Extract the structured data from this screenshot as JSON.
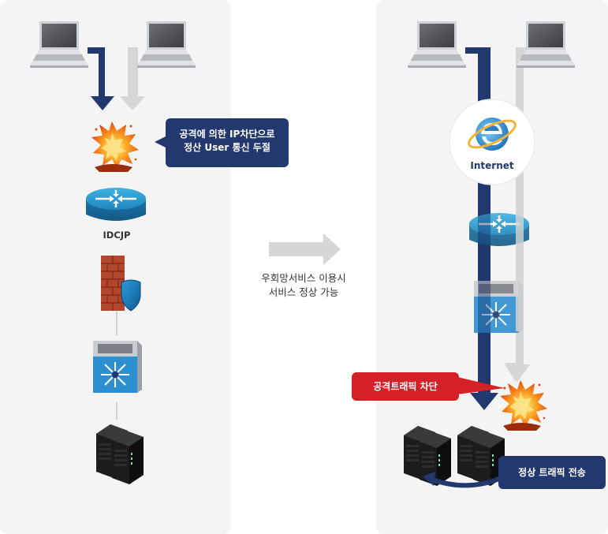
{
  "left_panel": {
    "callout_line1": "공격에 의한 IP차단으로",
    "callout_line2": "정산 User 통신 두절",
    "router_label": "IDCJP"
  },
  "center": {
    "line1": "우회망서비스 이용시",
    "line2": "서비스 정상 가능"
  },
  "right_panel": {
    "internet_label": "Internet",
    "block_label": "공격트래픽 차단",
    "forward_label": "정상 트래픽 전송"
  },
  "colors": {
    "navy": "#22386e",
    "gray_arrow": "#d6d6d6",
    "red": "#d42027",
    "panel_bg": "#f4f4f4"
  }
}
